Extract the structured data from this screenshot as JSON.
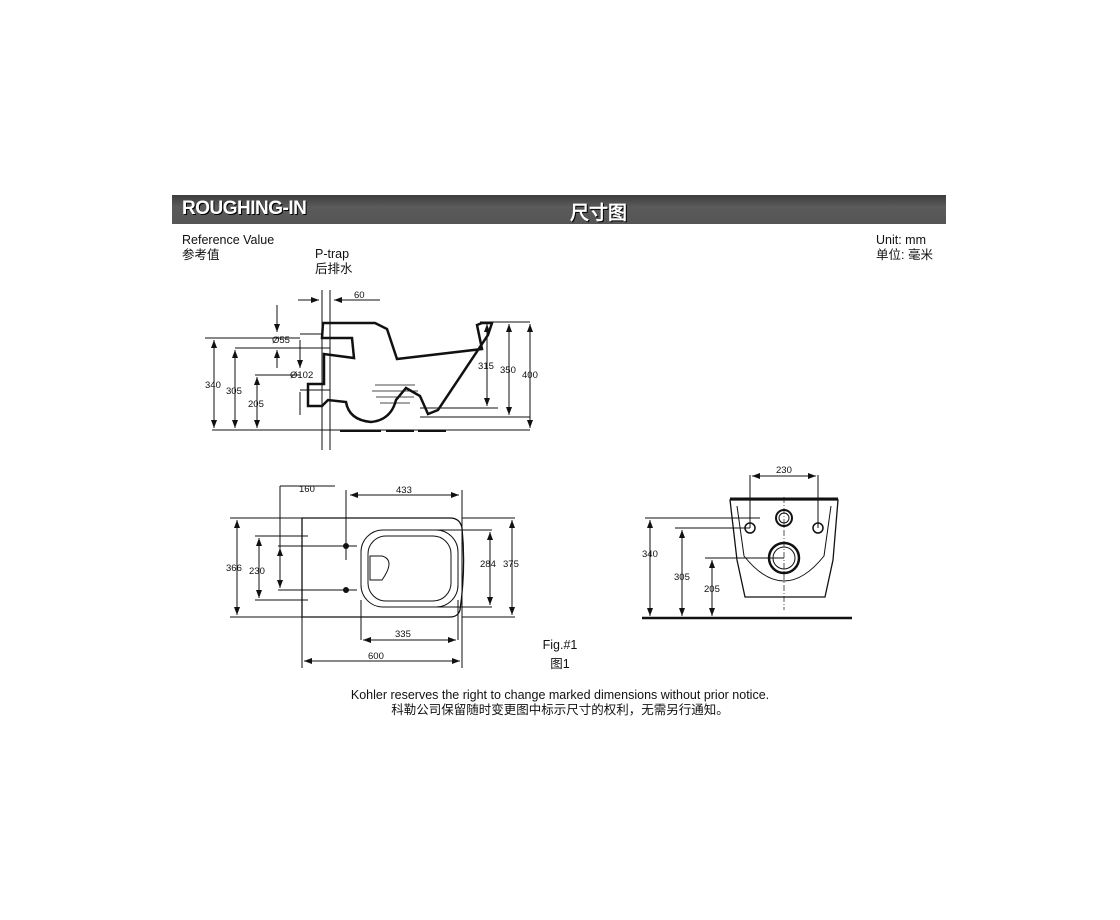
{
  "header": {
    "title": "ROUGHING-IN",
    "title_cn": "尺寸图"
  },
  "reference": {
    "label": "Reference Value",
    "label_cn": "参考值"
  },
  "trap": {
    "label": "P-trap",
    "label_cn": "后排水"
  },
  "unit": {
    "label": "Unit: mm",
    "label_cn": "单位: 毫米"
  },
  "side_view": {
    "dims": {
      "d60": "60",
      "d55": "Ø55",
      "d102": "Ø102",
      "d340": "340",
      "d305": "305",
      "d205": "205",
      "d315": "315",
      "d350": "350",
      "d400": "400"
    }
  },
  "top_view": {
    "dims": {
      "d160": "160",
      "d433": "433",
      "d366": "366",
      "d230": "230",
      "d284": "284",
      "d375": "375",
      "d335": "335",
      "d600": "600"
    }
  },
  "front_view": {
    "dims": {
      "d230": "230",
      "d340": "340",
      "d305": "305",
      "d205": "205"
    }
  },
  "figure": {
    "label": "Fig.#1",
    "label_cn": "图1"
  },
  "notice": {
    "text": "Kohler reserves the right to change marked dimensions without prior notice.",
    "text_cn": "科勒公司保留随时变更图中标示尺寸的权利，无需另行通知。"
  }
}
